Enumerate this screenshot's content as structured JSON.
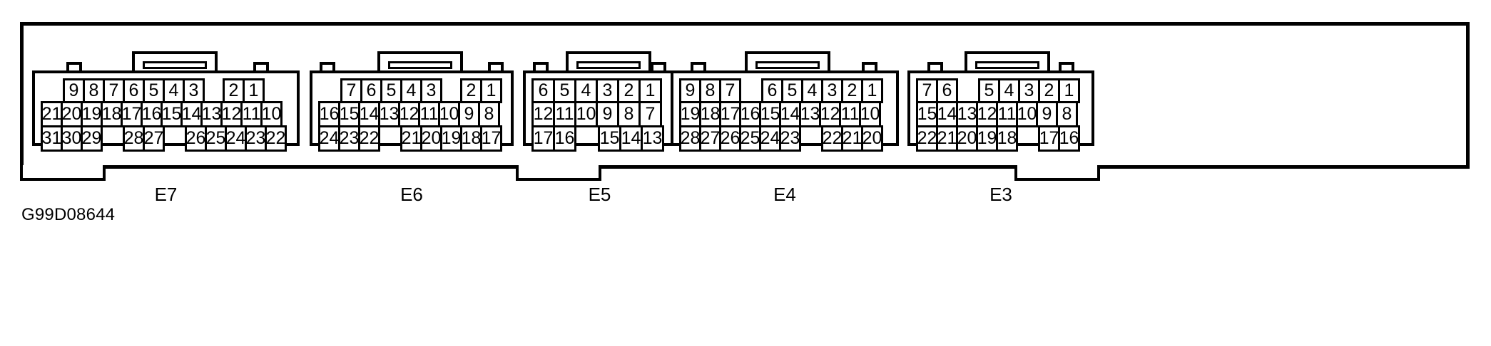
{
  "figure": {
    "id_label": "G99D08644",
    "type": "automotive-connector-pinout-diagram"
  },
  "connectors": [
    {
      "name": "E7",
      "label": "E7",
      "rows": {
        "top": [
          "",
          "9",
          "8",
          "7",
          "6",
          "5",
          "4",
          "3",
          "",
          "2",
          "1",
          ""
        ],
        "middle": [
          "21",
          "20",
          "19",
          "18",
          "17",
          "16",
          "15",
          "14",
          "13",
          "12",
          "11",
          "10"
        ],
        "bottom": [
          "31",
          "30",
          "29",
          "",
          "28",
          "27",
          "",
          "26",
          "25",
          "24",
          "23",
          "22"
        ]
      }
    },
    {
      "name": "E6",
      "label": "E6",
      "rows": {
        "top": [
          "",
          "7",
          "6",
          "5",
          "4",
          "3",
          "",
          "2",
          "1"
        ],
        "middle": [
          "16",
          "15",
          "14",
          "13",
          "12",
          "11",
          "10",
          "9",
          "8"
        ],
        "bottom": [
          "24",
          "23",
          "22",
          "",
          "21",
          "20",
          "19",
          "18",
          "17"
        ]
      }
    },
    {
      "name": "E5",
      "label": "E5",
      "rows": {
        "top": [
          "6",
          "5",
          "4",
          "3",
          "2",
          "1"
        ],
        "middle": [
          "12",
          "11",
          "10",
          "9",
          "8",
          "7"
        ],
        "bottom": [
          "17",
          "16",
          "",
          "15",
          "14",
          "13"
        ]
      }
    },
    {
      "name": "E4",
      "label": "E4",
      "rows": {
        "top": [
          "9",
          "8",
          "7",
          "",
          "6",
          "5",
          "4",
          "3",
          "2",
          "1"
        ],
        "middle": [
          "19",
          "18",
          "17",
          "16",
          "15",
          "14",
          "13",
          "12",
          "11",
          "10"
        ],
        "bottom": [
          "28",
          "27",
          "26",
          "25",
          "24",
          "23",
          "",
          "22",
          "21",
          "20"
        ]
      }
    },
    {
      "name": "E3",
      "label": "E3",
      "rows": {
        "top": [
          "7",
          "6",
          "",
          "5",
          "4",
          "3",
          "2",
          "1"
        ],
        "middle": [
          "15",
          "14",
          "13",
          "12",
          "11",
          "10",
          "9",
          "8"
        ],
        "bottom": [
          "22",
          "21",
          "20",
          "19",
          "18",
          "",
          "17",
          "16"
        ]
      }
    }
  ],
  "colors": {
    "line": "#000000",
    "background": "#ffffff"
  }
}
